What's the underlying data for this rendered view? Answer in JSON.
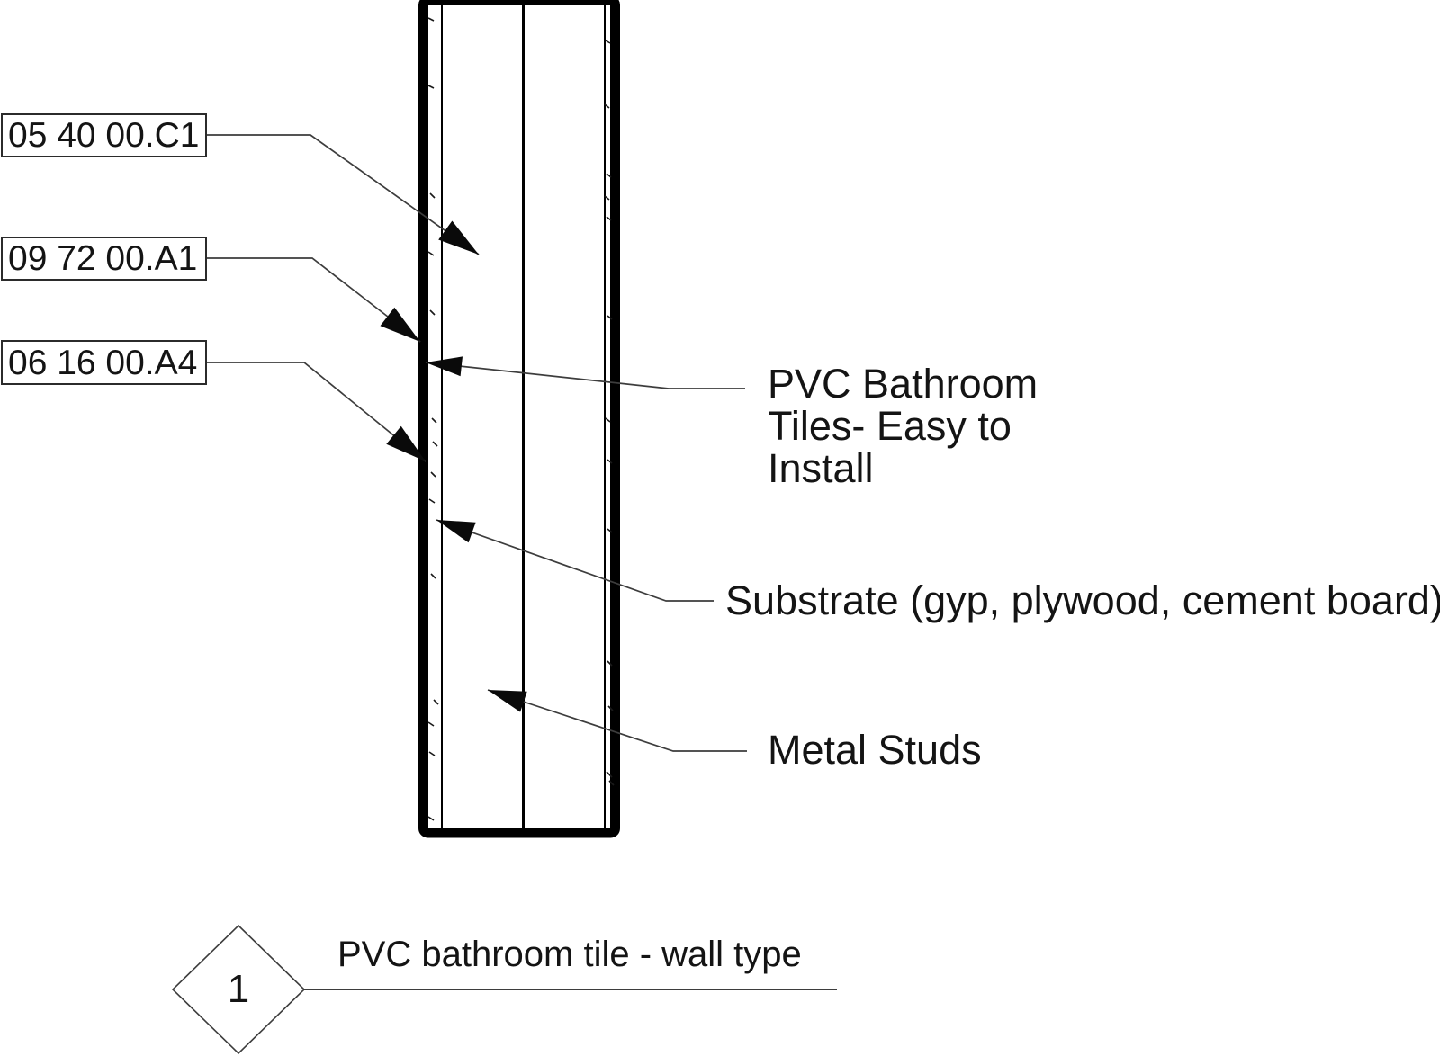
{
  "drawing": {
    "callouts": [
      {
        "code": "05 40 00.C1"
      },
      {
        "code": "09 72 00.A1"
      },
      {
        "code": "06 16 00.A4"
      }
    ],
    "annotations": {
      "pvc_tiles": "PVC Bathroom\nTiles- Easy to\nInstall",
      "substrate": "Substrate (gyp, plywood, cement board)",
      "metal_studs": "Metal Studs"
    },
    "detail_marker": {
      "number": "1",
      "title": "PVC bathroom tile - wall type"
    },
    "colors": {
      "ink": "#000000",
      "leader": "#3d3d3d",
      "background": "#ffffff"
    }
  }
}
